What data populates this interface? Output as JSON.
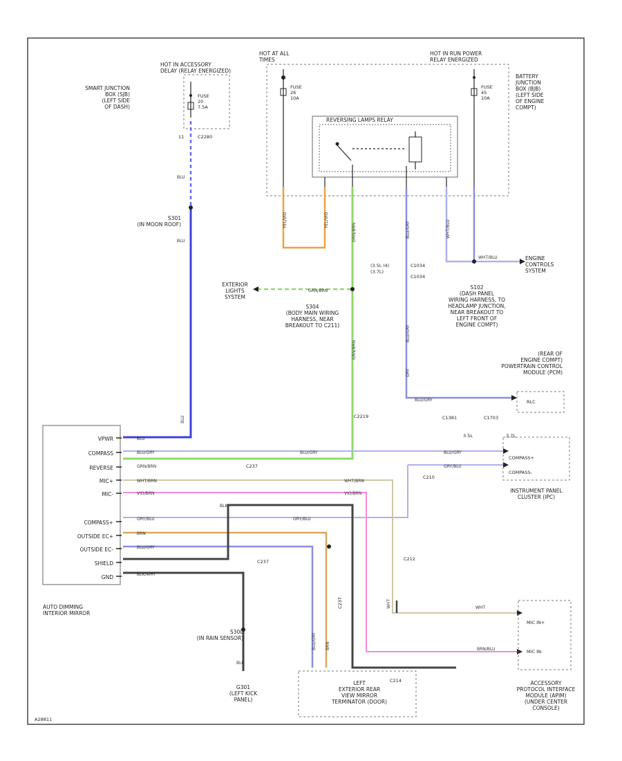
{
  "page_code": "A28811",
  "colors": {
    "blu": "#6b6bea",
    "blu_dark": "#4040d8",
    "org": "#f0a040",
    "grn": "#8fd96b",
    "gry_blu": "#8c8ce0",
    "wht_brn": "#cfc6a6",
    "vio_grn": "#e070d8",
    "pnk": "#f08adc",
    "gry_lt": "#b0b0ee",
    "brn": "#d8a85a",
    "brn_grn": "#c0b070",
    "blk": "#444444",
    "frame": "#444444"
  },
  "fuse_box_left": {
    "hot_label": "HOT IN ACCESSORY\nDELAY (RELAY ENERGIZED)",
    "junction_label": "SMART JUNCTION\nBOX (SJB)\n(LEFT SIDE\nOF DASH)",
    "fuse_label": "FUSE\n20\n7.5A",
    "connector": "C2280"
  },
  "fuse_box_right": {
    "hot_all_label": "HOT AT ALL\nTIMES",
    "hot_run_label": "HOT IN RUN POWER\nRELAY ENERGIZED",
    "fuse1_label": "FUSE\n26\n10A",
    "fuse2_label": "FUSE\n45\n10A",
    "relay_label": "REVERSING LAMPS RELAY",
    "junction_label": "BATTERY\nJUNCTION\nBOX (BJB)\n(LEFT SIDE\nOF ENGINE\nCOMPT)"
  },
  "wires": {
    "blu": "BLU",
    "yel_vio": "YEL/VIO",
    "grn_brn": "GRN/BRN",
    "blu_gry": "BLU/GRY",
    "wht_blu": "WHT/BLU",
    "vio_brn": "VIO/BRN",
    "wht_brn": "WHT/BRN",
    "gry_blu": "GRY/BLU",
    "brn": "BRN",
    "blk": "BLK",
    "blk_wht": "BLK/WHT",
    "gry": "GRY",
    "wht": "WHT",
    "brn_blu": "BRN/BLU"
  },
  "splices": {
    "s301": "S301\n(IN MOON ROOF)",
    "s304": "S304\n(BODY MAIN WIRING\nHARNESS, NEAR\nBREAKOUT TO C211)",
    "s102": "S102\n(DASH PANEL\nWIRING HARNESS, TO\nHEADLAMP JUNCTION,\nNEAR BREAKOUT TO\nLEFT FRONT OF\nENGINE COMPT)",
    "s300": "S300\n(IN RAIN SENSOR)"
  },
  "connectors": {
    "c1034": "C1034",
    "c1034_note": "(3.5L I4)\n(3.7L)",
    "c2219": "C2219",
    "c237": "C237",
    "c210": "C210",
    "c1381": "C1381",
    "c1703": "C1703",
    "c214": "C214",
    "c212": "C212",
    "note_3_5l": "3.5L",
    "note_3_7l": "3.7L"
  },
  "destinations": {
    "exterior_lights": "EXTERIOR\nLIGHTS\nSYSTEM",
    "engine_controls": "ENGINE\nCONTROLS\nSYSTEM",
    "pcm": "(REAR OF\nENGINE COMPT)\nPOWERTRAIN CONTROL\nMODULE (PCM)",
    "pcm_pin": "RLC",
    "ipc": "INSTRUMENT PANEL\nCLUSTER (IPC)",
    "ipc_pins": [
      "COMPASS+",
      "COMPASS-"
    ],
    "apim": "ACCESSORY\nPROTOCOL INTERFACE\nMODULE (APIM)\n(UNDER CENTER\nCONSOLE)",
    "apim_pins": [
      "MIC IN+",
      "MIC IN-"
    ],
    "mirror_door": "LEFT\nEXTERIOR REAR\nVIEW MIRROR\nTERMINATOR (DOOR)",
    "ground": "G301\n(LEFT KICK\nPANEL)"
  },
  "mirror": {
    "title": "AUTO DIMMING\nINTERIOR MIRROR",
    "pins": [
      "VPWR",
      "COMPASS",
      "REVERSE",
      "MIC+",
      "MIC-",
      "COMPASS+",
      "OUTSIDE EC+",
      "OUTSIDE EC-",
      "SHIELD",
      "GND"
    ]
  }
}
